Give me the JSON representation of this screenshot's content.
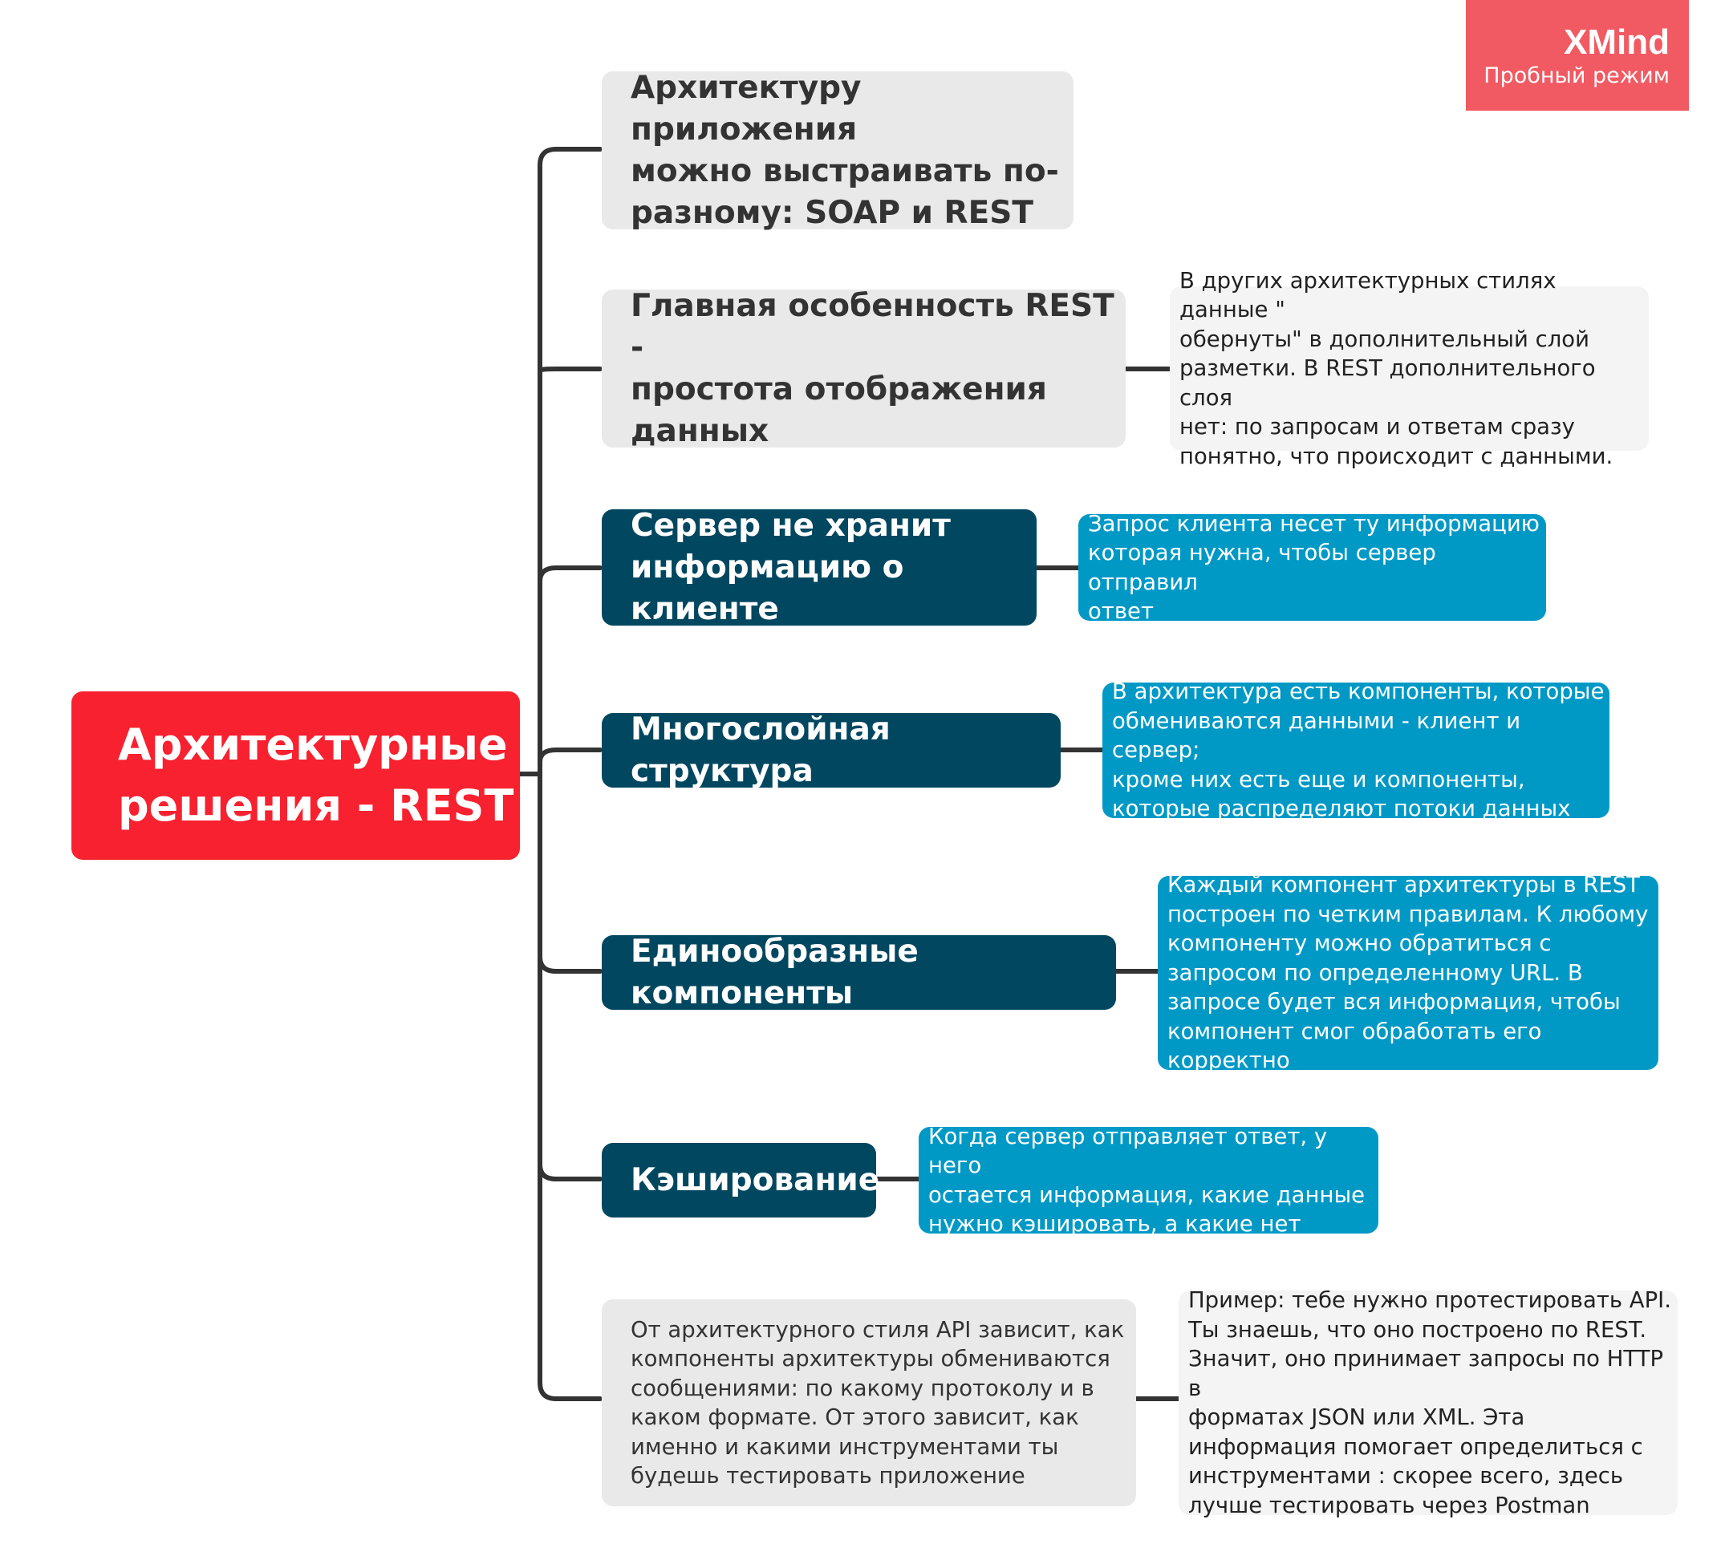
{
  "colors": {
    "root": "#f8212f",
    "branch_grey": "#e9e9e9",
    "branch_dark": "#00475f",
    "note_blue": "#0099c6",
    "note_light": "#f4f4f4",
    "connector": "#333333",
    "watermark": "#f15a62"
  },
  "watermark": {
    "title": "XMind",
    "subtitle": "Пробный режим"
  },
  "root": {
    "label": "Архитектурные\nрешения - REST"
  },
  "branches": [
    {
      "label": "Архитектуру приложения\nможно выстраивать по-\nразному: SOAP и REST"
    },
    {
      "label": "Главная особенность REST -\nпростота отображения\nданных",
      "note": "В других архитектурных стилях данные \"\nобернуты\" в дополнительный слой\nразметки. В REST дополнительного слоя\nнет: по запросам и ответам сразу\nпонятно, что происходит с данными."
    },
    {
      "label": "Сервер не хранит\nинформацию о клиенте",
      "note": "Запрос клиента несет ту информацию\nкоторая нужна, чтобы сервер отправил\nответ"
    },
    {
      "label": "Многослойная структура",
      "note": "В архитектура есть компоненты, которые\nобмениваются данными - клиент и сервер;\nкроме них есть еще и компоненты,\nкоторые распределяют потоки данных"
    },
    {
      "label": "Единообразные компоненты",
      "note": "Каждый компонент архитектуры в REST\nпостроен по четким правилам. К любому\nкомпоненту можно обратиться с\nзапросом по определенному URL. В\nзапросе будет вся информация, чтобы\nкомпонент смог обработать его корректно"
    },
    {
      "label": "Кэширование",
      "note": "Когда сервер отправляет ответ, у него\nостается информация, какие данные\nнужно кэшировать, а какие нет"
    },
    {
      "label": "От архитектурного стиля API зависит, как\nкомпоненты архитектуры обмениваются\nсообщениями: по какому протоколу и в\nкаком формате. От этого зависит, как\nименно и какими инструментами ты\nбудешь тестировать приложение",
      "note": "Пример: тебе нужно протестировать API.\nТы знаешь, что оно построено по REST.\nЗначит, оно принимает запросы по HTTP в\nформатах JSON или XML. Эта\nинформация помогает определиться с\nинструментами : скорее всего, здесь\nлучше тестировать через Postman"
    }
  ]
}
